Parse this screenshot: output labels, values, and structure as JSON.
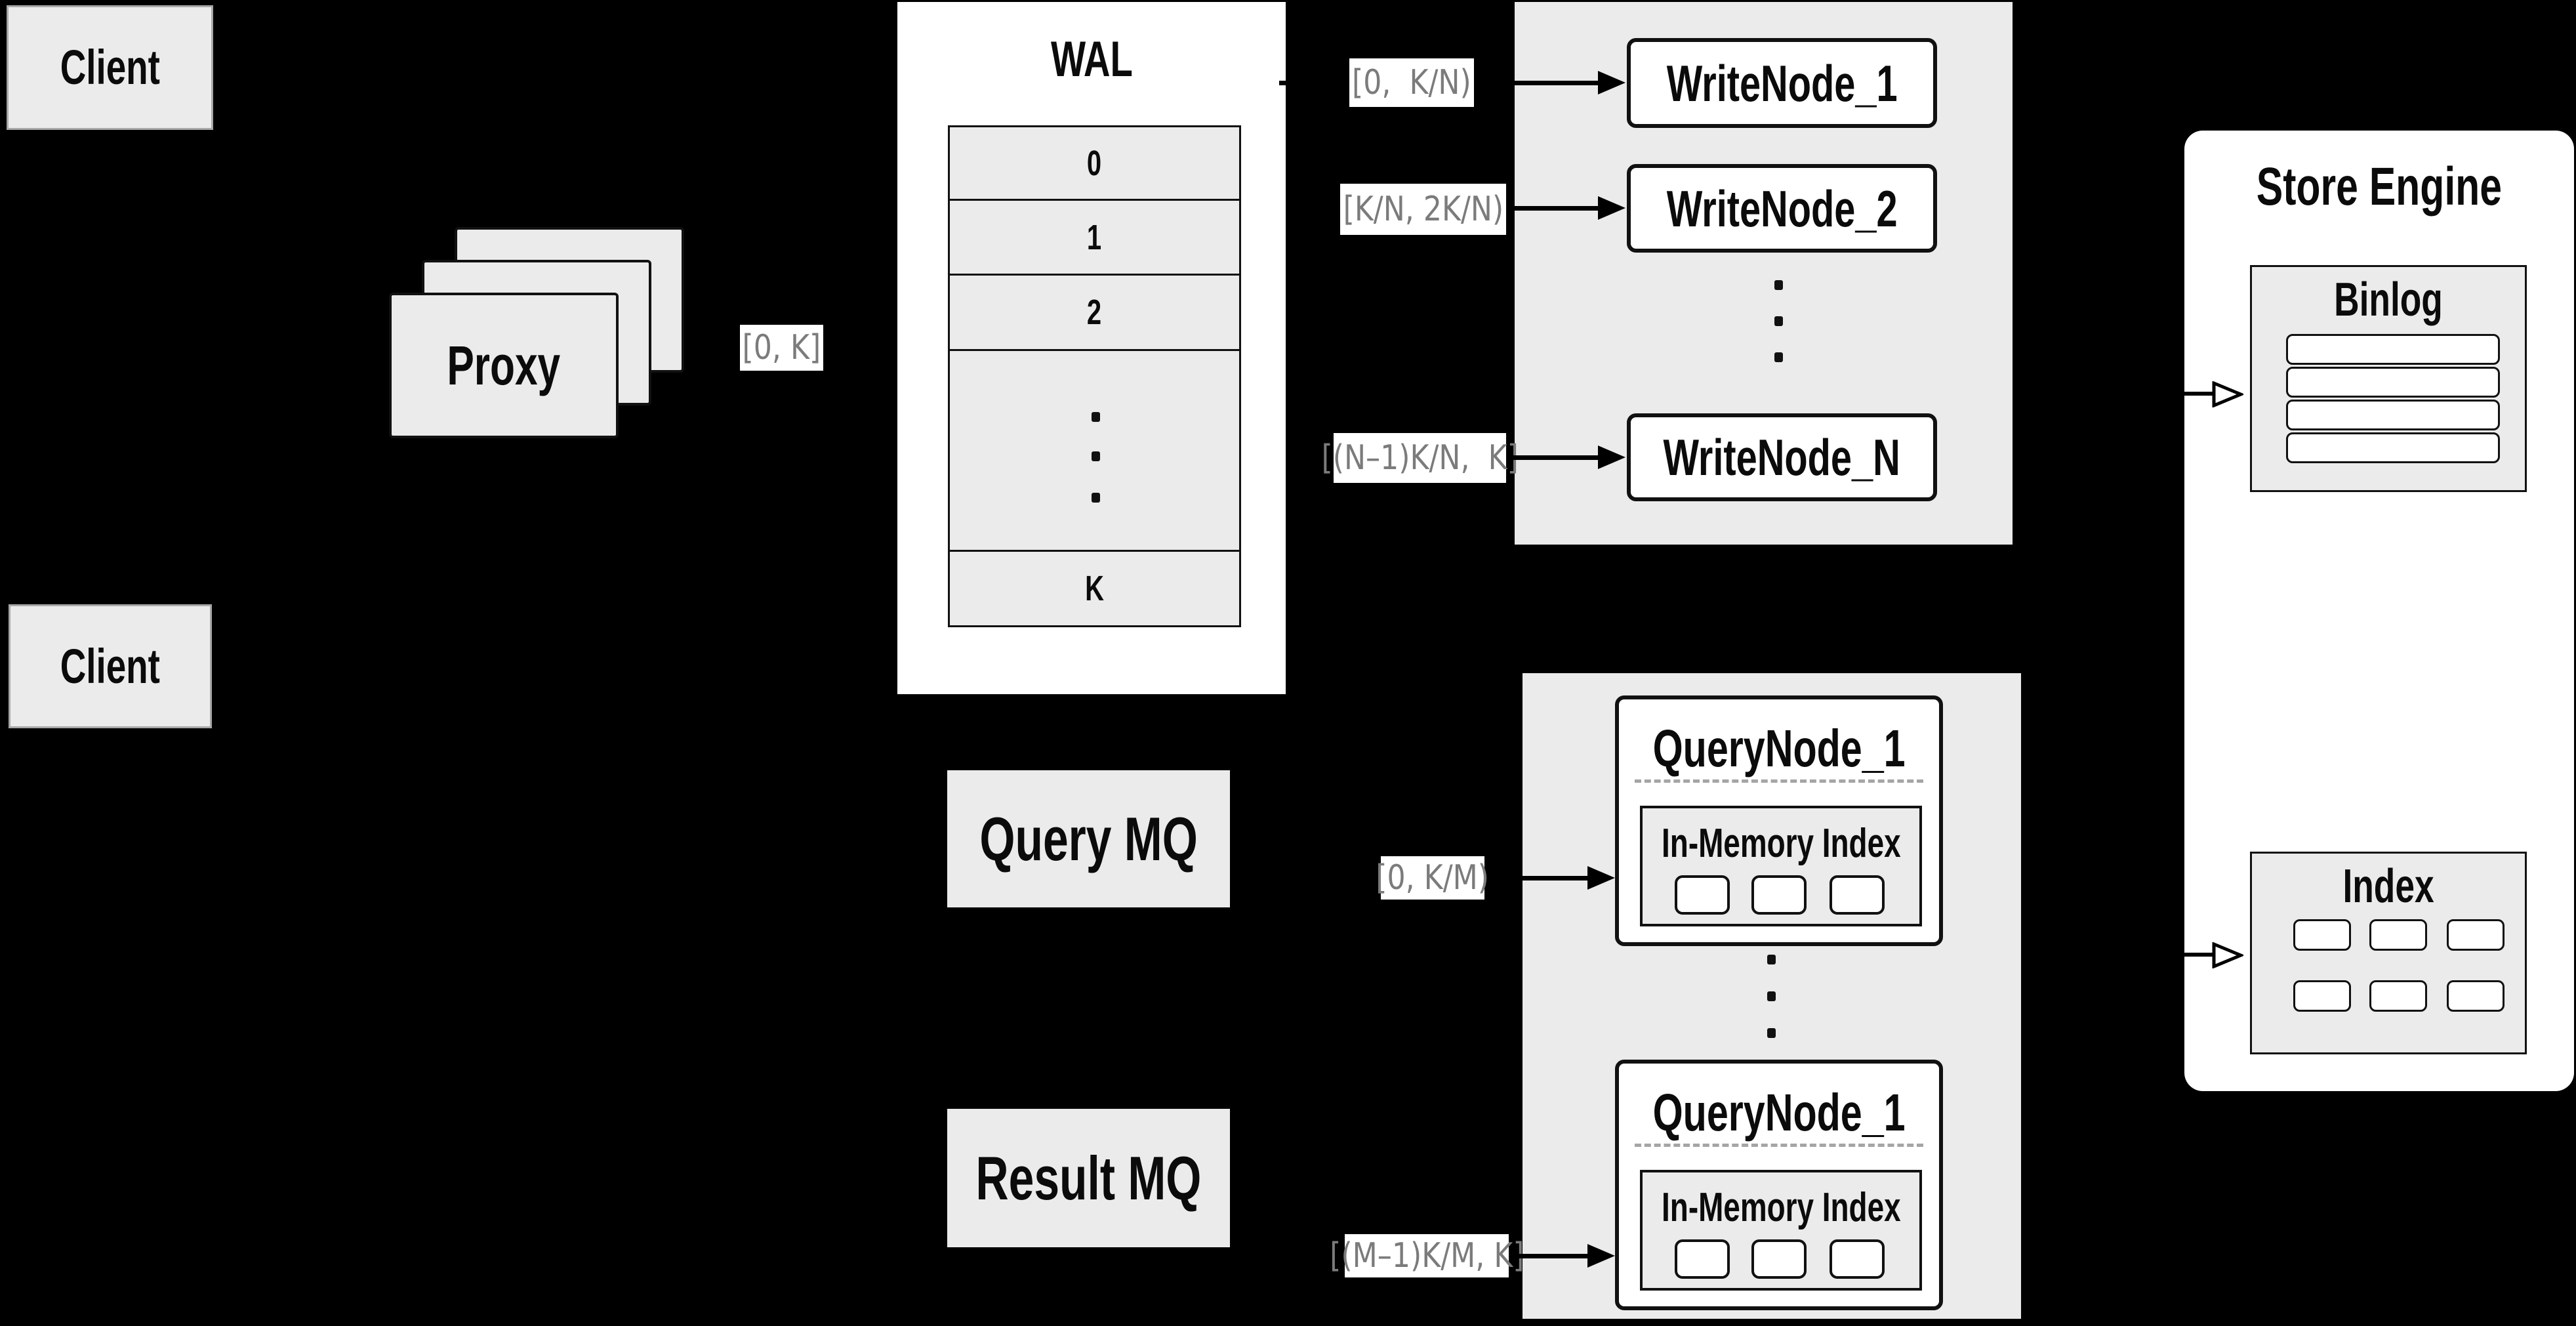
{
  "colors": {
    "background": "#000000",
    "panel_gray": "#ebebeb",
    "node_white": "#ffffff",
    "border_black": "#111111",
    "range_label_text": "#7b7b7b",
    "dashed_separator": "#a5a5a5"
  },
  "clients": {
    "top": "Client",
    "left": "Client"
  },
  "proxy": {
    "label": "Proxy"
  },
  "flow_labels": {
    "proxy_to_wal": "[0, K]",
    "write_1": "[0,  K/N)",
    "write_2": "[K/N, 2K/N)",
    "write_n": "[(N–1)K/N,  K]",
    "query_top": "[0, K/M)",
    "query_bottom": "[(M–1)K/M, K]"
  },
  "wal": {
    "title": "WAL",
    "rows": [
      "0",
      "1",
      "2",
      "K"
    ]
  },
  "write_nodes": {
    "items": [
      "WriteNode_1",
      "WriteNode_2",
      "WriteNode_N"
    ]
  },
  "store_engine": {
    "title": "Store Engine",
    "binlog_title": "Binlog",
    "index_title": "Index"
  },
  "mq": {
    "query": "Query MQ",
    "result": "Result MQ"
  },
  "query_nodes": {
    "top_title": "QueryNode_1",
    "bottom_title": "QueryNode_1",
    "memory_title": "In-Memory Index"
  }
}
